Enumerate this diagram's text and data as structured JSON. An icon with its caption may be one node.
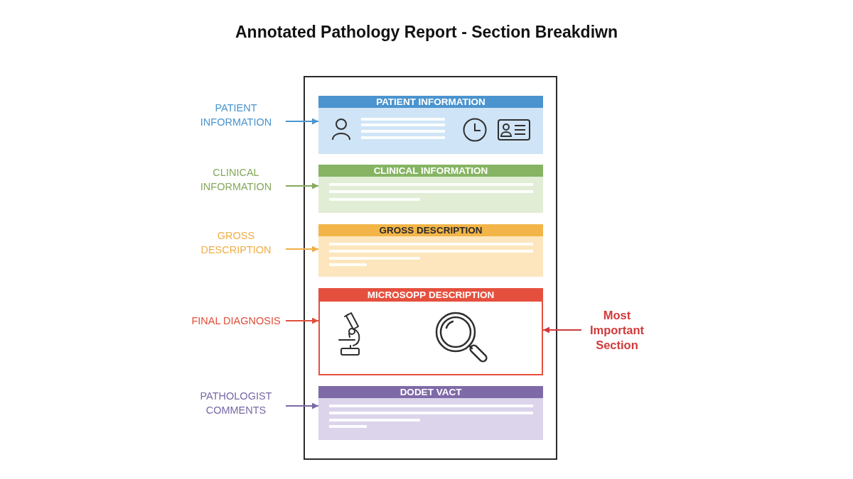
{
  "diagram": {
    "title": "Annotated Pathology Report - Section Breakdiwn",
    "nodes": [
      {
        "text": [],
        "shape": "box"
      },
      {
        "text": [
          "PATIENT INFORMATION"
        ],
        "in": 0
      },
      {
        "text": [
          "CLINICAL INFORMATION"
        ],
        "in": 0
      },
      {
        "text": [
          "GROSS DESCRIPTION"
        ],
        "in": 0
      },
      {
        "text": [
          "MICROSOPP DESCRIPTION"
        ],
        "in": 0
      },
      {
        "text": [
          "DODET VACT"
        ],
        "in": 0
      },
      {
        "text": [
          "PATIENT INFORMATION"
        ]
      },
      {
        "text": [
          "CLINICAL INFORMATION"
        ]
      },
      {
        "text": [
          "GROSS DESCRIPTION"
        ]
      },
      {
        "text": [
          "FINAL DIAGNOSIS"
        ]
      },
      {
        "text": [
          "PATHOLOGIST COMMENTS"
        ]
      },
      {
        "text": [
          "Most Important Section"
        ]
      }
    ],
    "edges": [
      {
        "from": 6,
        "to": 1,
        "arrow": "to",
        "color": "#4a95cf"
      },
      {
        "from": 7,
        "to": 2,
        "arrow": "to",
        "color": "#86a85c"
      },
      {
        "from": 8,
        "to": 3,
        "arrow": "to",
        "color": "#efae48"
      },
      {
        "from": 9,
        "to": 4,
        "arrow": "to",
        "color": "#e0503c"
      },
      {
        "from": 10,
        "to": 5,
        "arrow": "to",
        "color": "#7a69a6"
      },
      {
        "from": 11,
        "to": 4,
        "arrow": "to",
        "color": "#d2393a"
      }
    ]
  }
}
